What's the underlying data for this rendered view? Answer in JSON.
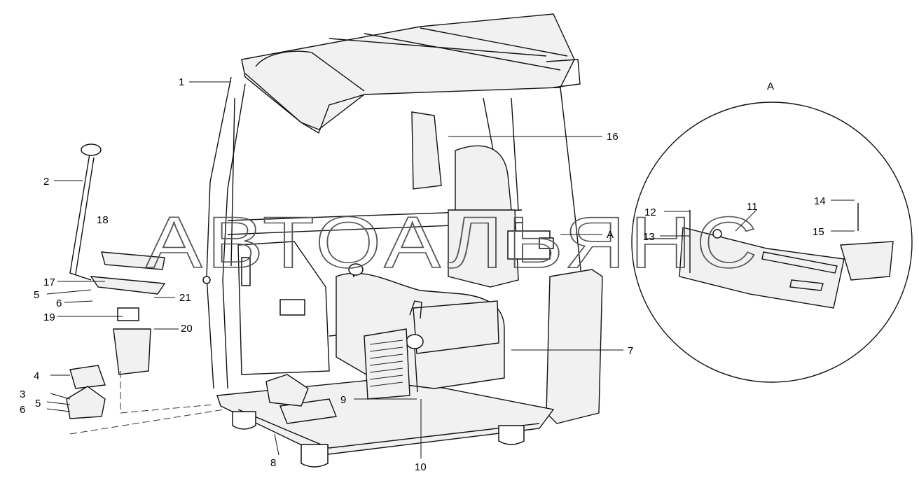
{
  "callouts": {
    "c1": "1",
    "c2": "2",
    "c3": "3",
    "c4": "4",
    "c5a": "5",
    "c5b": "5",
    "c6a": "6",
    "c6b": "6",
    "c7": "7",
    "c8": "8",
    "c9": "9",
    "c10": "10",
    "c11": "11",
    "c12": "12",
    "c13": "13",
    "c14": "14",
    "c15": "15",
    "c16": "16",
    "c17": "17",
    "c18": "18",
    "c19": "19",
    "c20": "20",
    "c21": "21"
  },
  "view_marker": "A",
  "detail_view_label": "A",
  "watermark": "АВТОАЛЬЯНС"
}
